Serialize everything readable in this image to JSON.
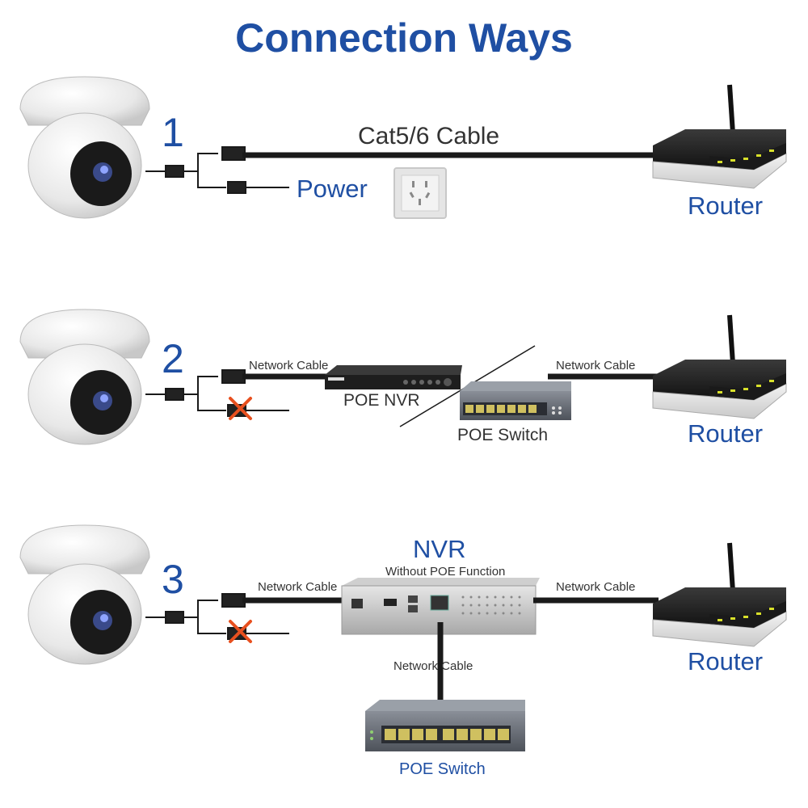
{
  "title": "Connection Ways",
  "colors": {
    "accent": "#1f4fa3",
    "cable": "#1a1a1a",
    "cross": "#e8501f"
  },
  "way1": {
    "number": "1",
    "cable_label": "Cat5/6 Cable",
    "power_label": "Power",
    "router_label": "Router"
  },
  "way2": {
    "number": "2",
    "left_cable_label": "Network Cable",
    "right_cable_label": "Network Cable",
    "nvr_label": "POE NVR",
    "switch_label": "POE Switch",
    "router_label": "Router"
  },
  "way3": {
    "number": "3",
    "nvr_label": "NVR",
    "nvr_sublabel": "Without POE Function",
    "left_cable_label": "Network Cable",
    "right_cable_label": "Network Cable",
    "down_cable_label": "Network Cable",
    "switch_label": "POE Switch",
    "router_label": "Router"
  },
  "icons": [
    "dome-camera-icon",
    "router-icon",
    "power-outlet-icon",
    "nvr-icon",
    "poe-switch-icon",
    "cross-icon"
  ]
}
